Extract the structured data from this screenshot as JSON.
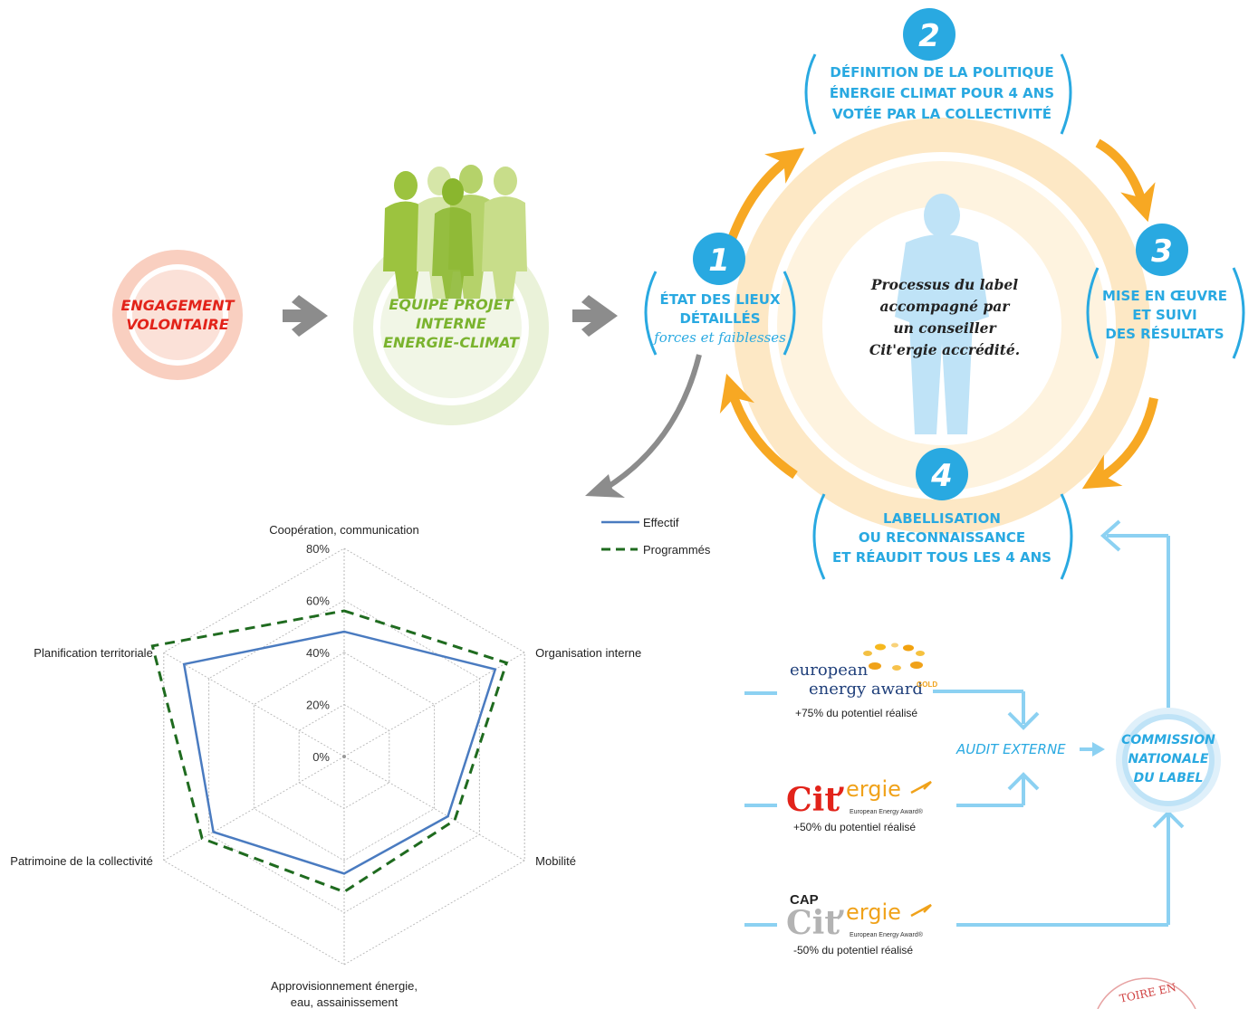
{
  "colors": {
    "blue": "#29a9e1",
    "orange": "#f7a823",
    "ring": "#fde8c5",
    "red": "#e2231a",
    "green": "#7ab32e",
    "grey_arrow": "#8c8c8c",
    "effectif": "#4a7bc0",
    "programmes": "#1f6b1f"
  },
  "flow": {
    "engagement": {
      "line1": "ENGAGEMENT",
      "line2": "VOLONTAIRE"
    },
    "equipe": {
      "line1": "EQUIPE PROJET",
      "line2": "INTERNE",
      "line3": "ENERGIE-CLIMAT"
    }
  },
  "cycle": {
    "center": {
      "line1": "Processus du label",
      "line2": "accompagné par",
      "line3": "un conseiller",
      "line4": "Cit'ergie accrédité."
    },
    "step1": {
      "number": "1",
      "line1": "ÉTAT DES LIEUX",
      "line2": "DÉTAILLÉS",
      "line3": "forces et faiblesses"
    },
    "step2": {
      "number": "2",
      "line1": "DÉFINITION DE LA POLITIQUE",
      "line2": "ÉNERGIE CLIMAT POUR 4 ANS",
      "line3": "VOTÉE PAR LA COLLECTIVITÉ"
    },
    "step3": {
      "number": "3",
      "line1": "MISE EN ŒUVRE",
      "line2": "ET SUIVI",
      "line3": "DES RÉSULTATS"
    },
    "step4": {
      "number": "4",
      "line1": "LABELLISATION",
      "line2": "OU RECONNAISSANCE",
      "line3": "ET RÉAUDIT TOUS LES 4 ANS"
    }
  },
  "labels": {
    "eea": {
      "line1": "european",
      "line2": "energy award",
      "gold": "GOLD",
      "caption": "+75% du potentiel réalisé"
    },
    "citergie": {
      "cit": "Cit",
      "apos": "’",
      "ergie": "ergie",
      "sub": "European Energy Award®",
      "caption": "+50% du potentiel réalisé"
    },
    "cap_citergie": {
      "cap": "CAP",
      "cit": "Cit",
      "apos": "’",
      "ergie": "ergie",
      "sub": "European Energy Award®",
      "caption": "-50% du potentiel réalisé"
    },
    "audit": "AUDIT EXTERNE",
    "commission": {
      "line1": "COMMISSION",
      "line2": "NATIONALE",
      "line3": "DU LABEL"
    }
  },
  "stamp_text": "TOIRE EN",
  "chart_data": {
    "type": "radar",
    "axes": [
      "Coopération, communication",
      "Organisation interne",
      "Mobilité",
      "Approvisionnement énergie, eau, assainissement",
      "Patrimoine de la collectivité",
      "Planification territoriale"
    ],
    "axis_label_lines": [
      [
        "Coopération, communication"
      ],
      [
        "Organisation interne"
      ],
      [
        "Mobilité"
      ],
      [
        "Approvisionnement énergie,",
        "eau, assainissement"
      ],
      [
        "Patrimoine de la collectivité"
      ],
      [
        "Planification territoriale"
      ]
    ],
    "ticks": [
      "0%",
      "20%",
      "40%",
      "60%",
      "80%"
    ],
    "tick_values": [
      0,
      20,
      40,
      60,
      80
    ],
    "range": [
      0,
      80
    ],
    "series": [
      {
        "name": "Effectif",
        "values": [
          48,
          67,
          46,
          45,
          58,
          71
        ],
        "style": "solid"
      },
      {
        "name": "Programmés",
        "values": [
          56,
          72,
          49,
          52,
          63,
          85
        ],
        "style": "dashed"
      }
    ],
    "legend_position": "top-right"
  }
}
